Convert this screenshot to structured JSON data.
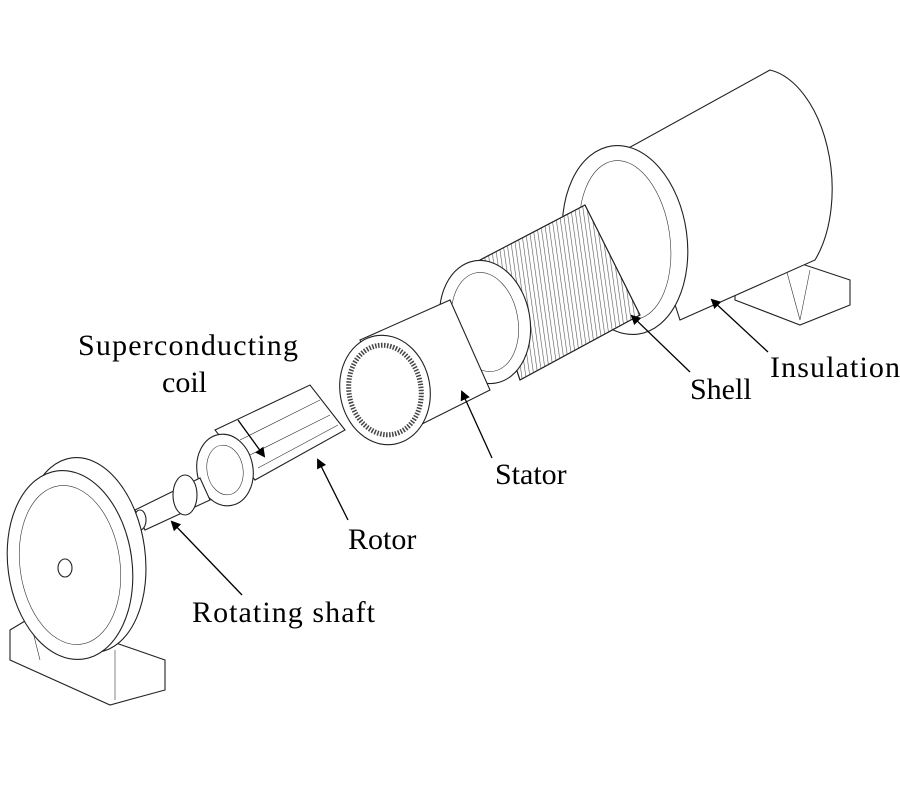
{
  "figure": {
    "type": "exploded-view",
    "labels": {
      "superconducting_coil_line1": "Superconducting",
      "superconducting_coil_line2": "coil",
      "rotor": "Rotor",
      "stator": "Stator",
      "rotating_shaft": "Rotating shaft",
      "shell": "Shell",
      "insulation": "Insulation"
    }
  }
}
